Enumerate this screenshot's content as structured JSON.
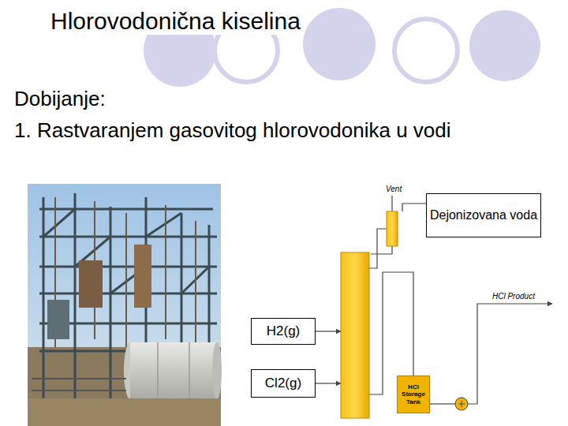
{
  "diagram": {
    "title": "Hlorovodonična kiselina",
    "nodes": [
      {
        "text": [
          "Dejonizovana voda"
        ]
      },
      {
        "text": [
          "H2(g)"
        ]
      },
      {
        "text": [
          "Cl2(g)"
        ]
      },
      {
        "text": [
          "HCl Storage Tank"
        ]
      }
    ],
    "labels": [
      "Dobijanje:",
      "1. Rastvaranjem gasovitog hlorovodonika u vodi",
      "Vent",
      "HCl Product"
    ]
  }
}
